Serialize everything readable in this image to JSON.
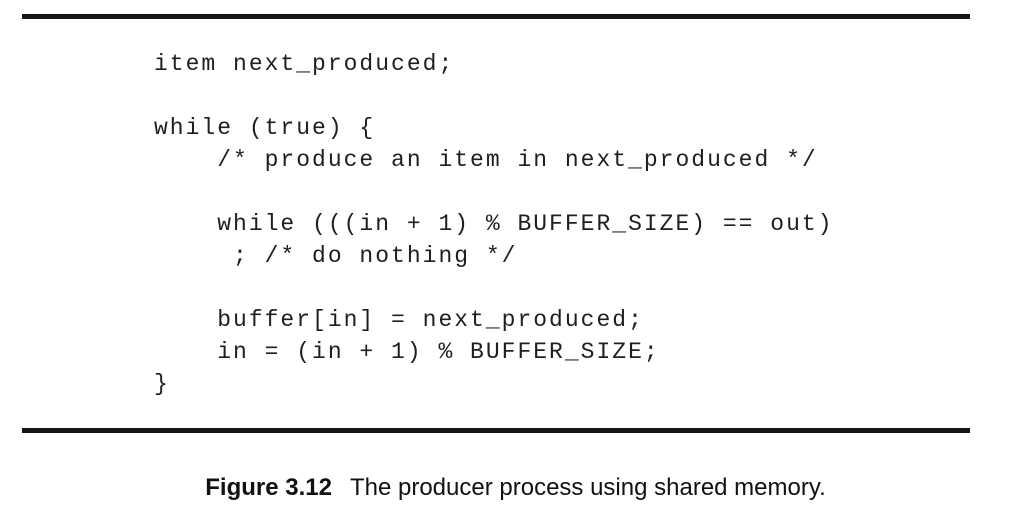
{
  "page": {
    "background": "#ffffff",
    "text_color": "#1f1f1f",
    "rule_color": "#161616"
  },
  "code": {
    "language": "c",
    "lines": [
      "item next_produced;",
      "",
      "while (true) {",
      "    /* produce an item in next_produced */",
      "",
      "    while (((in + 1) % BUFFER_SIZE) == out)",
      "     ; /* do nothing */",
      "",
      "    buffer[in] = next_produced;",
      "    in = (in + 1) % BUFFER_SIZE;",
      "}"
    ]
  },
  "caption": {
    "label": "Figure 3.12",
    "text": "The producer process using shared memory."
  }
}
